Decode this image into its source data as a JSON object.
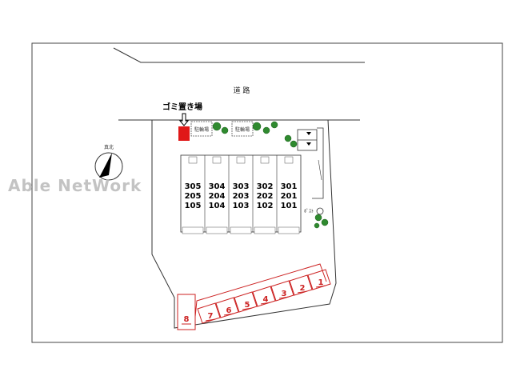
{
  "map": {
    "road_label": "道 路",
    "garbage_label": "ゴミ置き場",
    "bicycle_parking_labels": [
      "駐輪場",
      "駐輪場"
    ],
    "compass_label": "真北",
    "post_label": "ﾎﾟｽﾄ",
    "units": [
      {
        "floor3": "305",
        "floor2": "205",
        "floor1": "105"
      },
      {
        "floor3": "304",
        "floor2": "204",
        "floor1": "104"
      },
      {
        "floor3": "303",
        "floor2": "203",
        "floor1": "103"
      },
      {
        "floor3": "302",
        "floor2": "202",
        "floor1": "102"
      },
      {
        "floor3": "301",
        "floor2": "201",
        "floor1": "101"
      }
    ],
    "parking_numbers": [
      "8",
      "7",
      "6",
      "5",
      "4",
      "3",
      "2",
      "1"
    ]
  },
  "watermark": "Able NetWork",
  "colors": {
    "garbage": "#e01818",
    "parking": "#cc2222",
    "tree": "#2f8a2f",
    "outline": "#333333"
  }
}
